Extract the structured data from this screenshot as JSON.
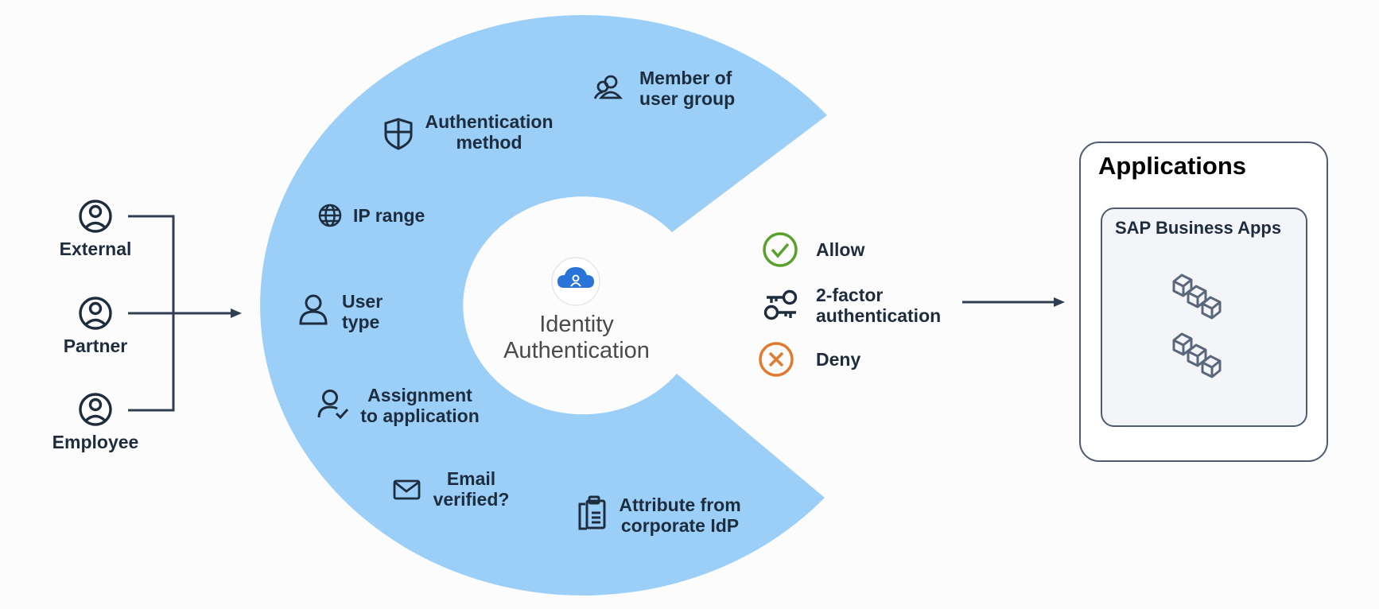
{
  "users": [
    {
      "label": "External",
      "icon": "user-circle-icon"
    },
    {
      "label": "Partner",
      "icon": "user-circle-icon"
    },
    {
      "label": "Employee",
      "icon": "user-circle-icon"
    }
  ],
  "criteria": {
    "member_group": {
      "line1": "Member of",
      "line2": "user group",
      "icon": "user-group-icon"
    },
    "auth_method": {
      "line1": "Authentication",
      "line2": "method",
      "icon": "shield-icon"
    },
    "ip_range": {
      "line1": "IP range",
      "icon": "globe-icon"
    },
    "user_type": {
      "line1": "User",
      "line2": "type",
      "icon": "person-icon"
    },
    "assignment": {
      "line1": "Assignment",
      "line2": "to application",
      "icon": "person-check-icon"
    },
    "email": {
      "line1": "Email",
      "line2": "verified?",
      "icon": "envelope-icon"
    },
    "attribute": {
      "line1": "Attribute from",
      "line2": "corporate IdP",
      "icon": "clipboard-icon"
    }
  },
  "center": {
    "line1": "Identity",
    "line2": "Authentication",
    "icon": "cloud-user-icon"
  },
  "outcomes": [
    {
      "line1": "Allow",
      "icon": "check-circle-icon",
      "color": "#5aa02c"
    },
    {
      "line1": "2-factor",
      "line2": "authentication",
      "icon": "keys-icon",
      "color": "#1d2d3e"
    },
    {
      "line1": "Deny",
      "icon": "x-circle-icon",
      "color": "#e07a2e"
    }
  ],
  "applications": {
    "title": "Applications",
    "inner_title": "SAP Business Apps",
    "icon": "cubes-icon"
  },
  "colors": {
    "ring": "#9bcff8",
    "ink": "#1d2d3e",
    "box_fill": "#f3f5f8",
    "box_border": "#4e5b70"
  }
}
